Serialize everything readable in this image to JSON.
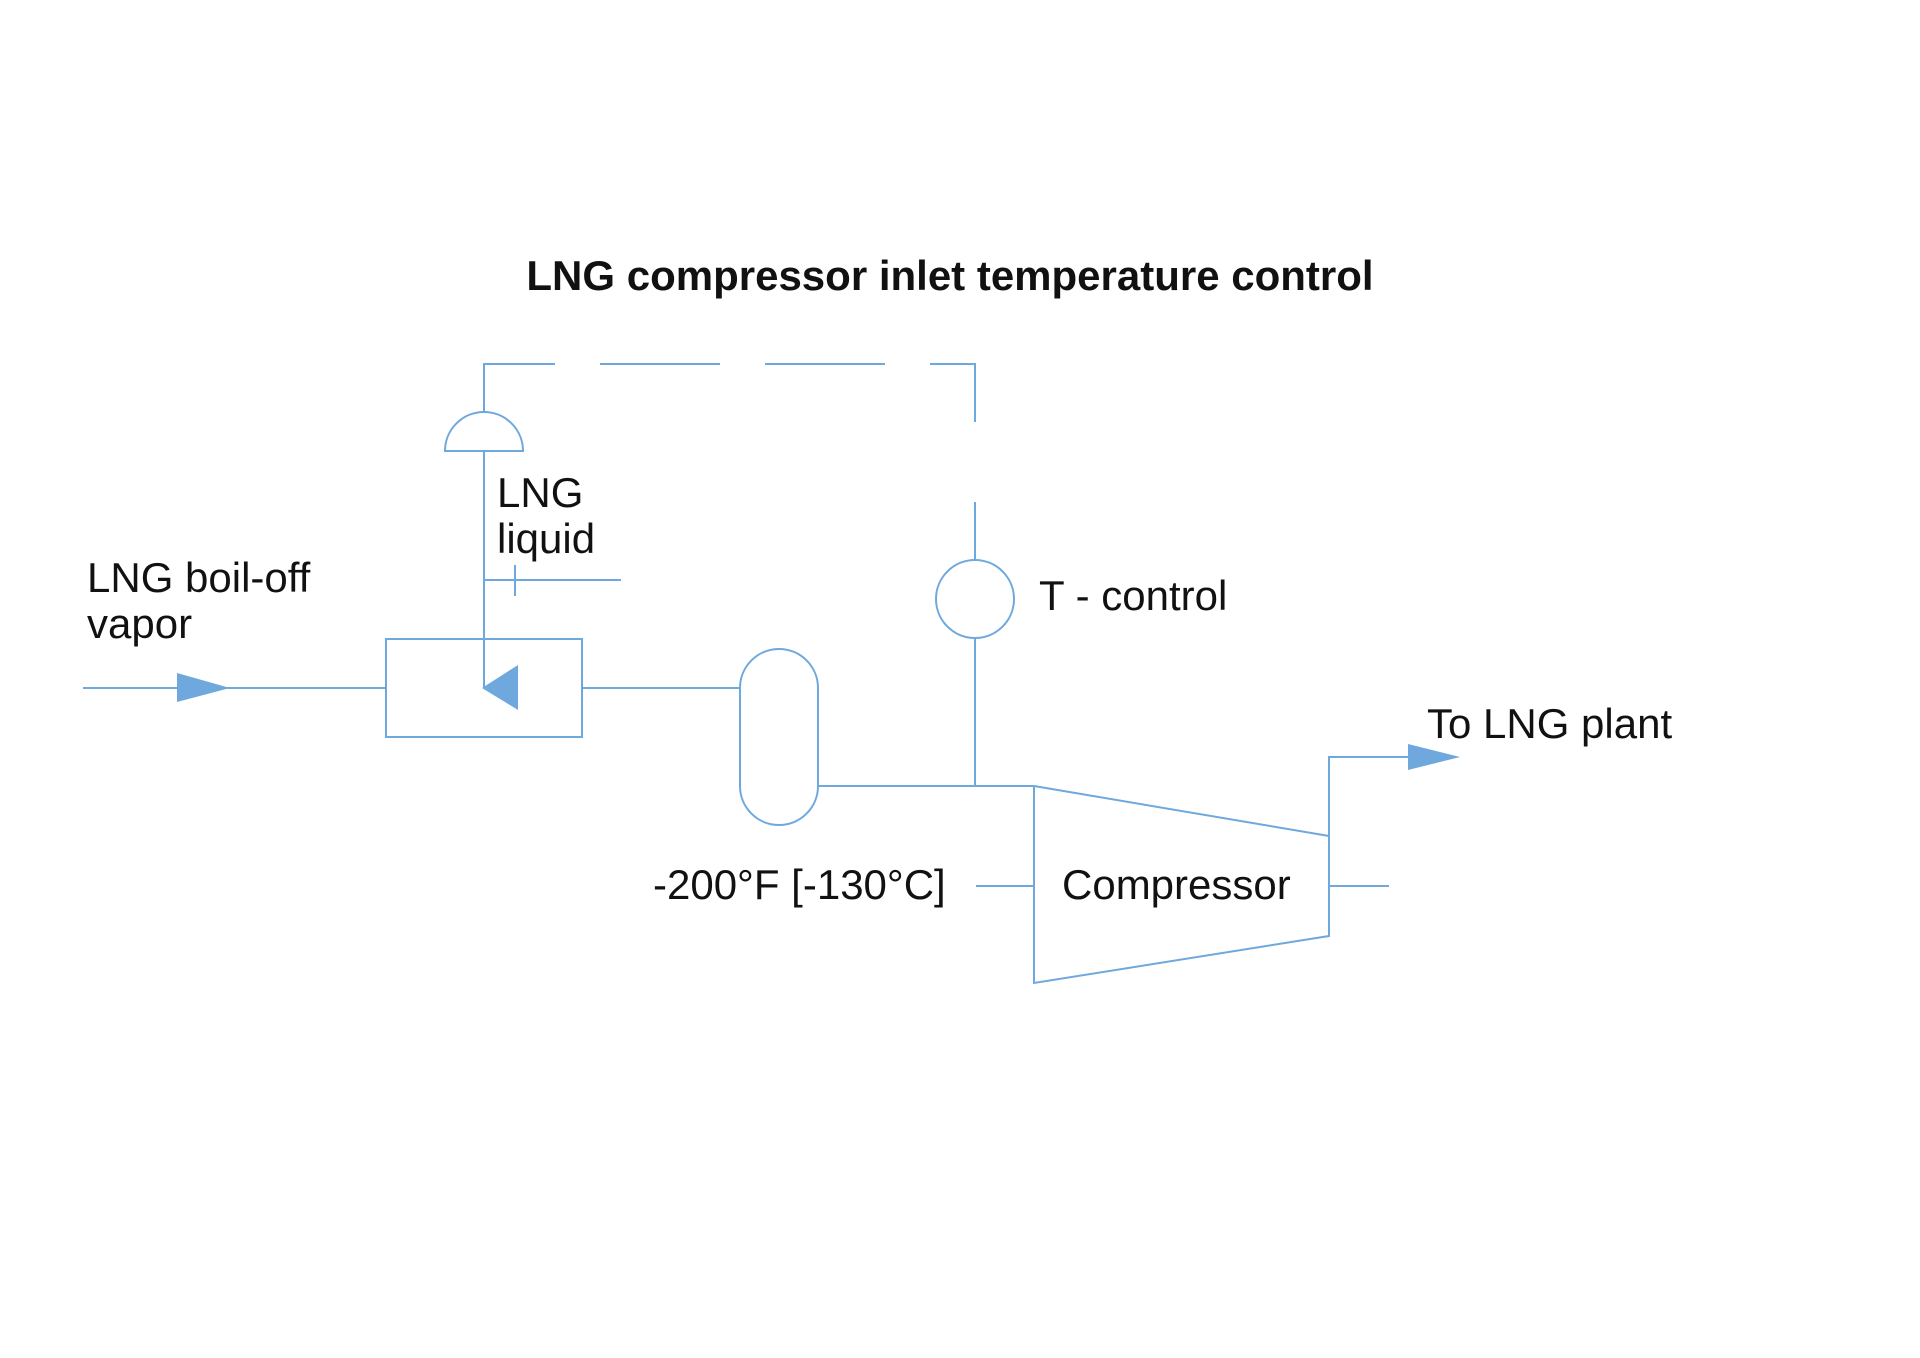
{
  "diagram": {
    "title": "LNG compressor inlet temperature control",
    "labels": {
      "boil_off_line1": "LNG boil-off",
      "boil_off_line2": "vapor",
      "liquid_line1": "LNG",
      "liquid_line2": "liquid",
      "t_control": "T - control",
      "to_plant": "To LNG plant",
      "temperature": "-200°F [-130°C]",
      "compressor": "Compressor"
    },
    "colors": {
      "line": "#6fa8dc",
      "text": "#111111",
      "background": "#ffffff"
    }
  }
}
